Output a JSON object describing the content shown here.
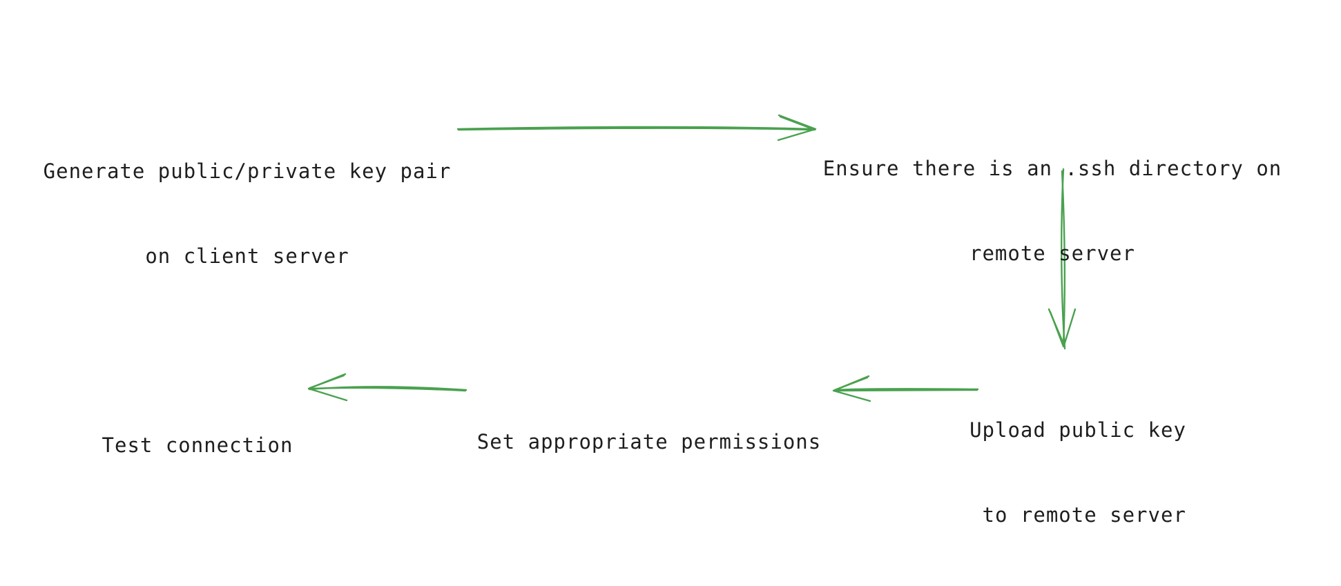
{
  "diagram": {
    "accent_color": "#4aa14f",
    "text_color": "#1e1e1e",
    "background": "#ffffff",
    "nodes": {
      "generate_keys": {
        "line1": "Generate public/private key pair",
        "line2": "on client server"
      },
      "ensure_ssh_dir": {
        "line1": "Ensure there is an .ssh directory on",
        "line2": "remote server"
      },
      "upload_key": {
        "line1": "Upload public key",
        "line2": "to remote server"
      },
      "set_permissions": {
        "line1": "Set appropriate permissions"
      },
      "test_connection": {
        "line1": "Test connection"
      }
    },
    "edges": [
      {
        "from": "generate_keys",
        "to": "ensure_ssh_dir"
      },
      {
        "from": "ensure_ssh_dir",
        "to": "upload_key"
      },
      {
        "from": "upload_key",
        "to": "set_permissions"
      },
      {
        "from": "set_permissions",
        "to": "test_connection"
      }
    ]
  }
}
